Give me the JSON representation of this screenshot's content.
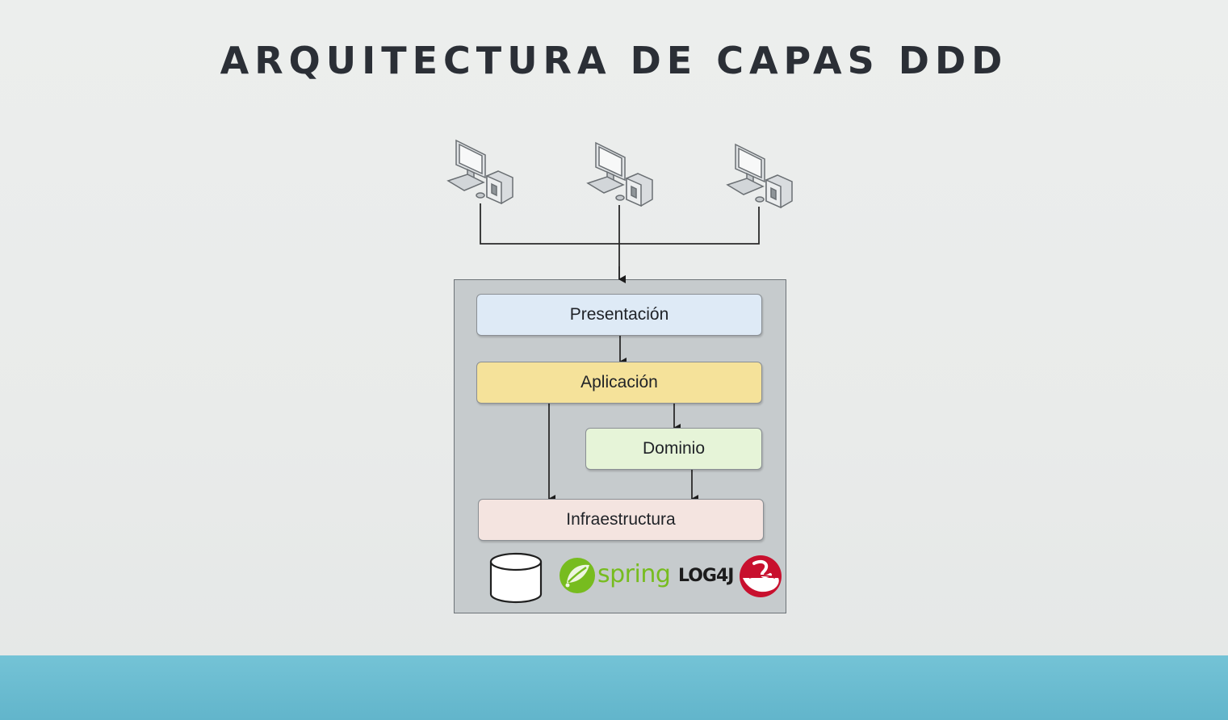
{
  "slide": {
    "title": "ARQUITECTURA DE CAPAS DDD",
    "footer_color": "#68bad0"
  },
  "clients": [
    {
      "icon": "desktop-computer-icon"
    },
    {
      "icon": "desktop-computer-icon"
    },
    {
      "icon": "desktop-computer-icon"
    }
  ],
  "layers": {
    "presentacion": {
      "label": "Presentación",
      "color": "#deeaf6"
    },
    "aplicacion": {
      "label": "Aplicación",
      "color": "#f5e29a"
    },
    "dominio": {
      "label": "Dominio",
      "color": "#e6f4d8"
    },
    "infraestructura": {
      "label": "Infraestructura",
      "color": "#f4e4e0"
    }
  },
  "technologies": {
    "database": {
      "icon": "database-icon"
    },
    "spring": {
      "label": "spring",
      "icon": "spring-leaf-icon",
      "color": "#77bc1f"
    },
    "log4j": {
      "label": "LOG4J",
      "icon": "log4j-feather-icon",
      "color": "#c8102e"
    }
  }
}
